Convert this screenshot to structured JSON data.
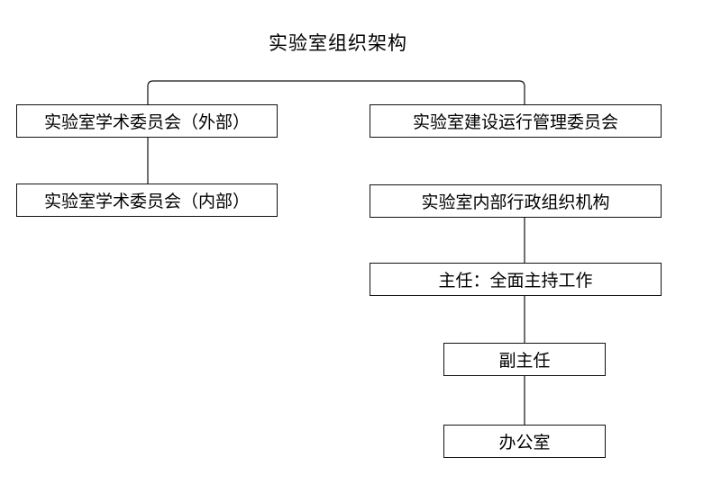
{
  "diagram": {
    "title": "实验室组织架构",
    "nodes": {
      "academic_committee_external": "实验室学术委员会（外部）",
      "academic_committee_internal": "实验室学术委员会（内部）",
      "construction_management_committee": "实验室建设运行管理委员会",
      "internal_admin_organization": "实验室内部行政组织机构",
      "director": "主任：全面主持工作",
      "deputy_director": "副主任",
      "office": "办公室"
    },
    "edges": [
      [
        "title",
        "academic_committee_external"
      ],
      [
        "title",
        "construction_management_committee"
      ],
      [
        "academic_committee_external",
        "academic_committee_internal"
      ],
      [
        "internal_admin_organization",
        "director"
      ],
      [
        "director",
        "deputy_director"
      ],
      [
        "deputy_director",
        "office"
      ]
    ]
  }
}
